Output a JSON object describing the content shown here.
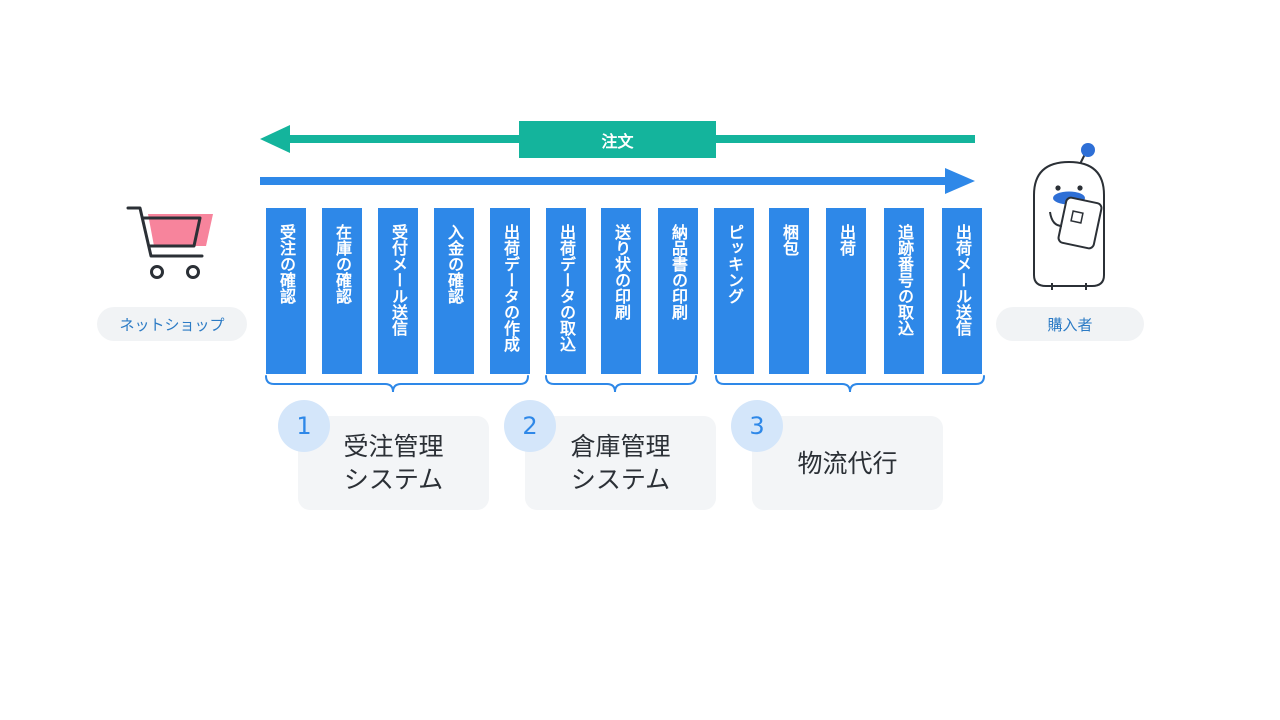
{
  "colors": {
    "teal": "#14b49c",
    "blue": "#2e88e8",
    "card_bg": "#f3f5f7",
    "pill_bg": "#f1f3f5",
    "cart_pink": "#f7849c"
  },
  "order_label": "注文",
  "left_actor": {
    "label": "ネットショップ",
    "icon": "shopping-cart-icon"
  },
  "right_actor": {
    "label": "購入者",
    "icon": "mascot-with-phone-icon"
  },
  "steps": [
    "受注の確認",
    "在庫の確認",
    "受付メール送信",
    "入金の確認",
    "出荷データの作成",
    "出荷データの取込",
    "送り状の印刷",
    "納品書の印刷",
    "ピッキング",
    "梱包",
    "出荷",
    "追跡番号の取込",
    "出荷メール送信"
  ],
  "groups": [
    {
      "number": "1",
      "line1": "受注管理",
      "line2": "システム"
    },
    {
      "number": "2",
      "line1": "倉庫管理",
      "line2": "システム"
    },
    {
      "number": "3",
      "line1": "物流代行",
      "line2": ""
    }
  ]
}
